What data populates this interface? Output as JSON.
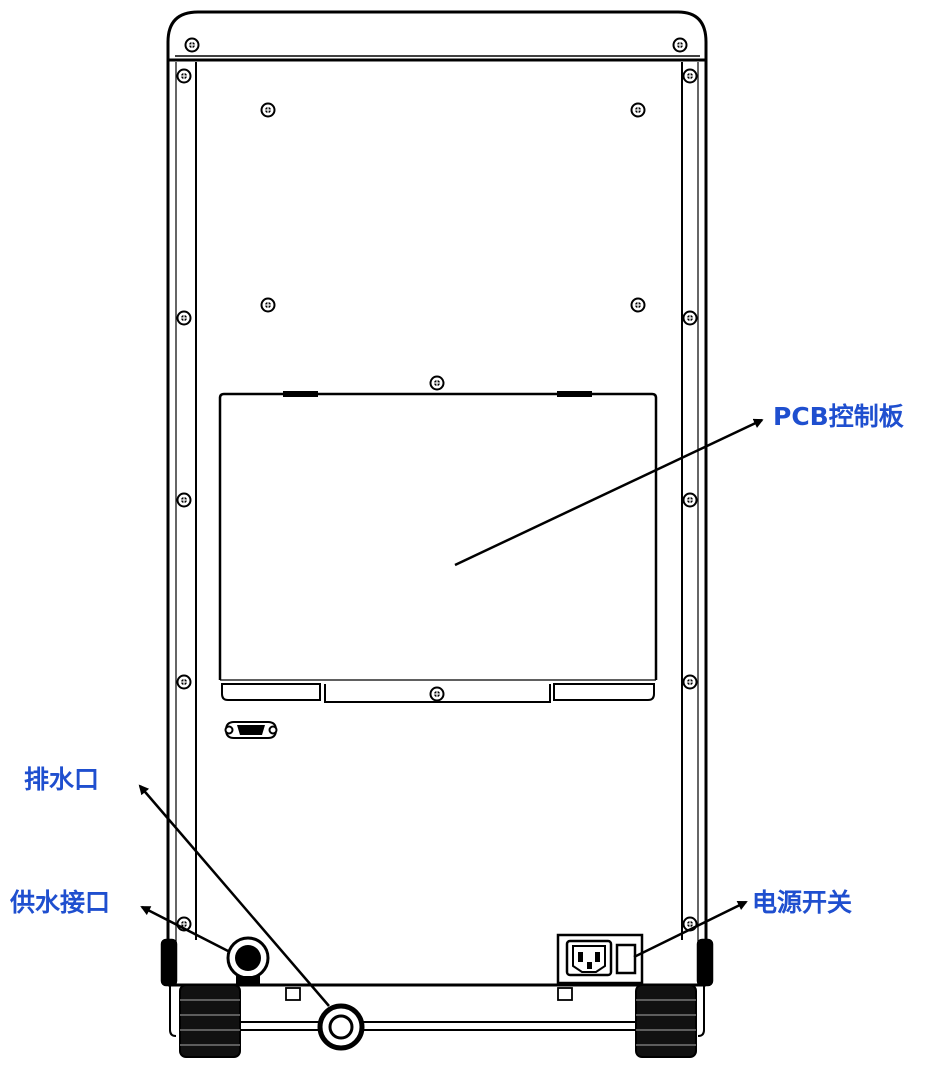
{
  "labels": {
    "pcb_board": "PCB控制板",
    "drain_port": "排水口",
    "water_supply_port": "供水接口",
    "power_switch": "电源开关"
  },
  "colors": {
    "label_text": "#1f4fcf",
    "line": "#000000",
    "background": "#ffffff"
  }
}
